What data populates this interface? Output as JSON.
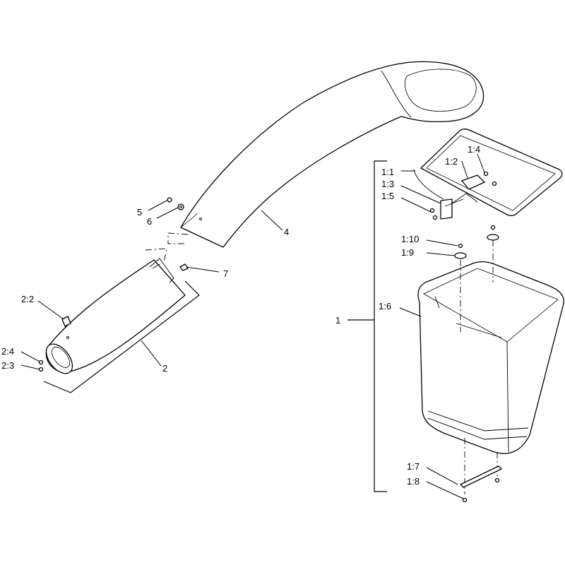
{
  "callouts": {
    "c1": "1",
    "c1_1": "1:1",
    "c1_2": "1:2",
    "c1_3": "1:3",
    "c1_4": "1:4",
    "c1_5": "1:5",
    "c1_6": "1:6",
    "c1_7": "1:7",
    "c1_8": "1:8",
    "c1_9": "1:9",
    "c1_10": "1:10",
    "c2": "2",
    "c2_2": "2:2",
    "c2_3": "2:3",
    "c2_4": "2:4",
    "c4": "4",
    "c5": "5",
    "c6": "6",
    "c7": "7"
  }
}
